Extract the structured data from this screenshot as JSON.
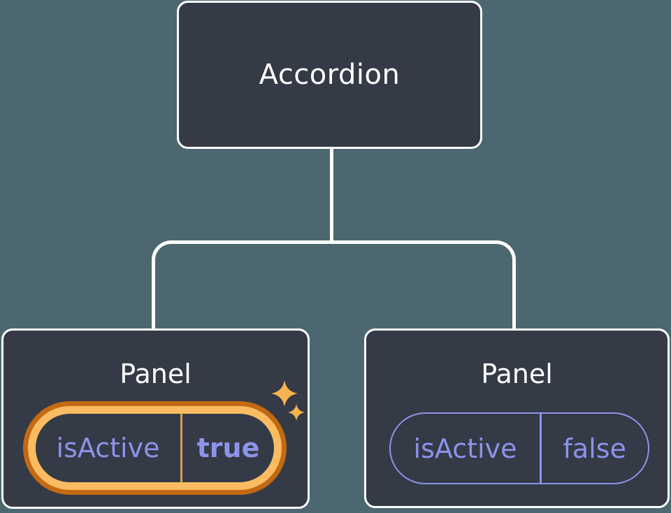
{
  "colors": {
    "background": "#4C6770",
    "node_fill": "#343A46",
    "node_border": "#FFFFFF",
    "connector": "#FFFFFF",
    "title_text": "#FFFFFF",
    "prop_text": "#8B94E9",
    "highlight_ring_outer": "#C26A12",
    "highlight_ring_inner": "#FABB62",
    "highlight_divider": "#D99F4C",
    "sparkle": "#F7B34D"
  },
  "tree": {
    "root": {
      "label": "Accordion"
    },
    "children": [
      {
        "label": "Panel",
        "prop_name": "isActive",
        "prop_value": "true",
        "highlighted": true,
        "icon": "sparkle-icon"
      },
      {
        "label": "Panel",
        "prop_name": "isActive",
        "prop_value": "false",
        "highlighted": false
      }
    ]
  }
}
